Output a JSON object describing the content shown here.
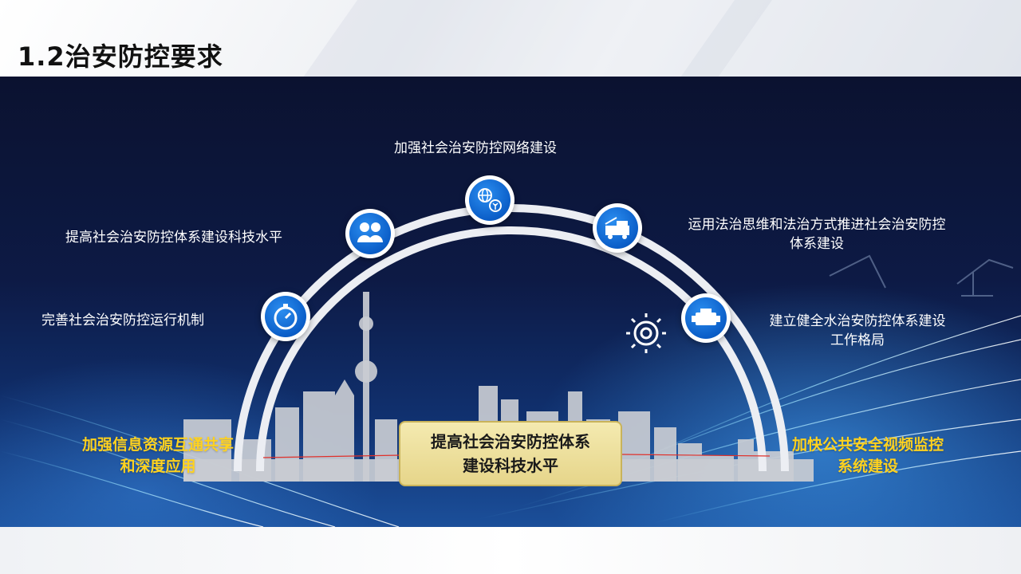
{
  "page": {
    "title": "1.2治安防控要求"
  },
  "nodes": [
    {
      "id": "operation",
      "label": "完善社会治安防控运行机制",
      "icon": "stopwatch-icon"
    },
    {
      "id": "tech",
      "label": "提高社会治安防控体系建设科技水平",
      "icon": "people-icon"
    },
    {
      "id": "network",
      "label": "加强社会治安防控网络建设",
      "icon": "globe-plant-icon"
    },
    {
      "id": "rule-of-law",
      "label_line1": "运用法治思维和法治方式推进社会治安防控",
      "label_line2": "体系建设",
      "icon": "fire-truck-icon"
    },
    {
      "id": "water",
      "label_line1": "建立健全水治安防控体系建设",
      "label_line2": "工作格局",
      "icon": "engine-icon"
    }
  ],
  "base": {
    "left_line1": "加强信息资源互通共享",
    "left_line2": "和深度应用",
    "center_line1": "提高社会治安防控体系",
    "center_line2": "建设科技水平",
    "right_line1": "加快公共安全视频监控",
    "right_line2": "系统建设"
  },
  "colors": {
    "accent_yellow": "#ffd21f",
    "node_blue": "#0b5ec8",
    "center_box": "#efe2a0",
    "banner_dark": "#0b1230"
  }
}
